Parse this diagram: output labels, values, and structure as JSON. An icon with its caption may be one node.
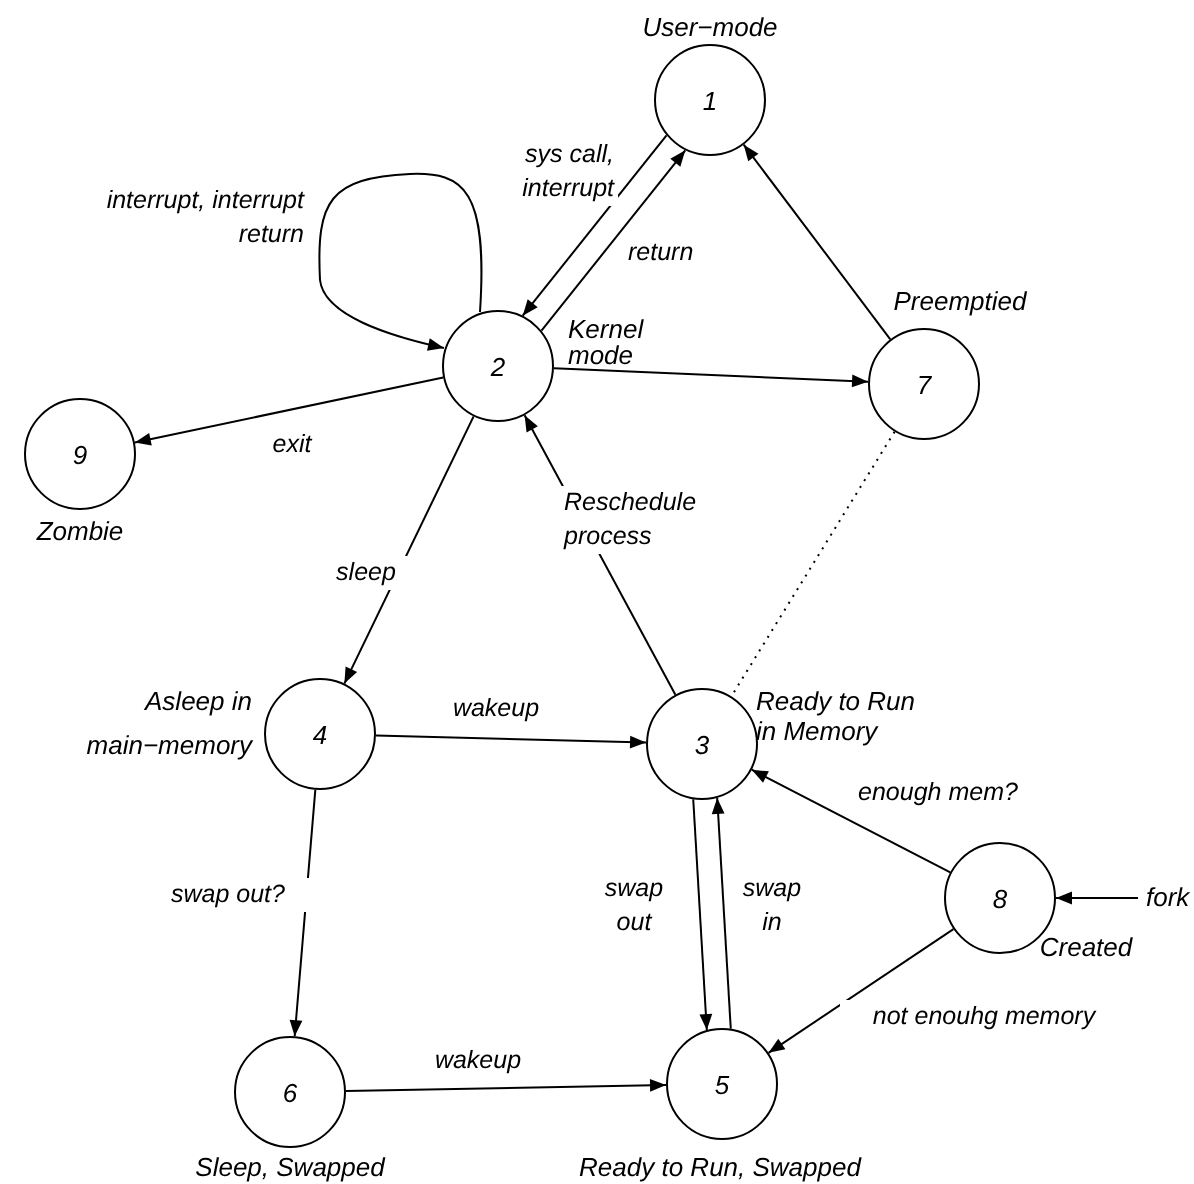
{
  "diagram": {
    "nodes": [
      {
        "text": [
          "1"
        ],
        "beside": [
          "User−mode"
        ]
      },
      {
        "text": [
          "2"
        ],
        "beside": [
          "Kernel mode"
        ]
      },
      {
        "text": [
          "7"
        ],
        "beside": [
          "Preemptied"
        ]
      },
      {
        "text": [
          "9"
        ],
        "beside": [
          "Zombie"
        ]
      },
      {
        "text": [
          "4"
        ],
        "beside": [
          "Asleep in main−memory"
        ]
      },
      {
        "text": [
          "3"
        ],
        "beside": [
          "Ready to Run in Memory"
        ]
      },
      {
        "text": [
          "8"
        ],
        "beside": [
          "Created"
        ]
      },
      {
        "text": [
          "fork"
        ]
      },
      {
        "text": [
          "6"
        ],
        "beside": [
          "Sleep, Swapped"
        ]
      },
      {
        "text": [
          "5"
        ],
        "beside": [
          "Ready to Run, Swapped"
        ]
      }
    ],
    "edges": [
      {
        "from": 0,
        "to": 1,
        "arrow": "to",
        "label": "sys call, interrupt"
      },
      {
        "from": 1,
        "to": 0,
        "arrow": "to",
        "label": "return"
      },
      {
        "from": 1,
        "to": 1,
        "arrow": "to",
        "label": "interrupt, interrupt return"
      },
      {
        "from": 1,
        "to": 2,
        "arrow": "to"
      },
      {
        "from": 1,
        "to": 3,
        "arrow": "to",
        "label": "exit"
      },
      {
        "from": 1,
        "to": 4,
        "arrow": "to",
        "label": "sleep"
      },
      {
        "from": 5,
        "to": 1,
        "arrow": "to",
        "label": "Reschedule process"
      },
      {
        "from": 2,
        "to": 0,
        "arrow": "to"
      },
      {
        "from": 2,
        "to": 5,
        "arrow": "none",
        "style": "dashed"
      },
      {
        "from": 4,
        "to": 5,
        "arrow": "to",
        "label": "wakeup"
      },
      {
        "from": 4,
        "to": 8,
        "arrow": "to",
        "label": "swap out?"
      },
      {
        "from": 5,
        "to": 9,
        "arrow": "to",
        "label": "swap out"
      },
      {
        "from": 9,
        "to": 5,
        "arrow": "to",
        "label": "swap in"
      },
      {
        "from": 6,
        "to": 5,
        "arrow": "to",
        "label": "enough mem?"
      },
      {
        "from": 6,
        "to": 9,
        "arrow": "to",
        "label": "not enouhg memory"
      },
      {
        "from": 7,
        "to": 6,
        "arrow": "to"
      },
      {
        "from": 8,
        "to": 9,
        "arrow": "to",
        "label": "wakeup"
      }
    ]
  }
}
